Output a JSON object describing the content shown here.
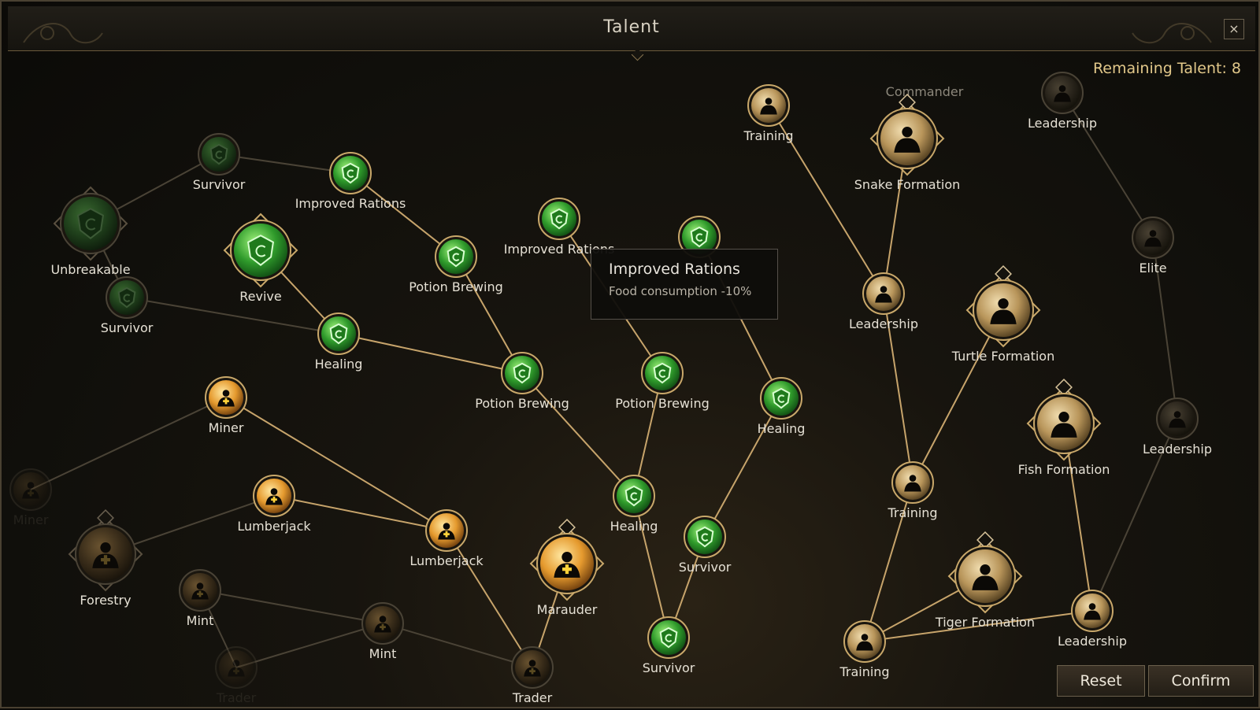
{
  "window": {
    "title": "Talent",
    "close_label": "×"
  },
  "remaining": {
    "label": "Remaining Talent:",
    "value": "8"
  },
  "tooltip": {
    "title": "Improved Rations",
    "description": "Food consumption -10%"
  },
  "buttons": {
    "reset": "Reset",
    "confirm": "Confirm"
  },
  "colors": {
    "green": "#3fbf3a",
    "gold": "#e8a640",
    "bronze": "#b8955a",
    "line_active": "#c7a46b",
    "line_inactive": "#4a4336",
    "remaining_text": "#e2c88a"
  },
  "branch_header": "Commander",
  "nodes": [
    {
      "id": "survivor-1",
      "label": "Survivor",
      "kind": "green",
      "state": "inactive"
    },
    {
      "id": "improved-rations-1",
      "label": "Improved Rations",
      "kind": "green",
      "state": "active"
    },
    {
      "id": "unbreakable",
      "label": "Unbreakable",
      "kind": "green",
      "state": "inactive",
      "big": true
    },
    {
      "id": "revive",
      "label": "Revive",
      "kind": "green",
      "state": "active",
      "big": true
    },
    {
      "id": "survivor-2",
      "label": "Survivor",
      "kind": "green",
      "state": "inactive"
    },
    {
      "id": "potion-brewing-1",
      "label": "Potion Brewing",
      "kind": "green",
      "state": "active"
    },
    {
      "id": "improved-rations-2",
      "label": "Improved Rations",
      "kind": "green",
      "state": "active"
    },
    {
      "id": "improved-rations-3",
      "label": "",
      "kind": "green",
      "state": "active"
    },
    {
      "id": "healing-1",
      "label": "Healing",
      "kind": "green",
      "state": "active"
    },
    {
      "id": "potion-brewing-2",
      "label": "Potion Brewing",
      "kind": "green",
      "state": "active"
    },
    {
      "id": "potion-brewing-3",
      "label": "Potion Brewing",
      "kind": "green",
      "state": "active"
    },
    {
      "id": "healing-2",
      "label": "Healing",
      "kind": "green",
      "state": "active"
    },
    {
      "id": "miner-1",
      "label": "Miner",
      "kind": "gold",
      "state": "active"
    },
    {
      "id": "miner-2",
      "label": "Miner",
      "kind": "gold",
      "state": "faint"
    },
    {
      "id": "lumberjack-1",
      "label": "Lumberjack",
      "kind": "gold",
      "state": "active"
    },
    {
      "id": "lumberjack-2",
      "label": "Lumberjack",
      "kind": "gold",
      "state": "active"
    },
    {
      "id": "healing-3",
      "label": "Healing",
      "kind": "green",
      "state": "active"
    },
    {
      "id": "survivor-3",
      "label": "Survivor",
      "kind": "green",
      "state": "active"
    },
    {
      "id": "forestry",
      "label": "Forestry",
      "kind": "gold",
      "state": "inactive",
      "big": true
    },
    {
      "id": "mint-1",
      "label": "Mint",
      "kind": "gold",
      "state": "inactive"
    },
    {
      "id": "marauder",
      "label": "Marauder",
      "kind": "gold",
      "state": "active",
      "big": true
    },
    {
      "id": "mint-2",
      "label": "Mint",
      "kind": "gold",
      "state": "inactive"
    },
    {
      "id": "survivor-4",
      "label": "Survivor",
      "kind": "green",
      "state": "active"
    },
    {
      "id": "trader-1",
      "label": "Trader",
      "kind": "gold",
      "state": "faint"
    },
    {
      "id": "trader-2",
      "label": "Trader",
      "kind": "gold",
      "state": "inactive"
    },
    {
      "id": "training-1",
      "label": "Training",
      "kind": "bronze",
      "state": "active"
    },
    {
      "id": "snake-formation",
      "label": "Snake Formation",
      "kind": "bronze",
      "state": "active",
      "big": true
    },
    {
      "id": "leadership-1",
      "label": "Leadership",
      "kind": "bronze",
      "state": "inactive"
    },
    {
      "id": "leadership-2",
      "label": "Leadership",
      "kind": "bronze",
      "state": "active"
    },
    {
      "id": "turtle-formation",
      "label": "Turtle Formation",
      "kind": "bronze",
      "state": "active",
      "big": true
    },
    {
      "id": "elite",
      "label": "Elite",
      "kind": "bronze",
      "state": "inactive"
    },
    {
      "id": "training-2",
      "label": "Training",
      "kind": "bronze",
      "state": "active"
    },
    {
      "id": "fish-formation",
      "label": "Fish Formation",
      "kind": "bronze",
      "state": "active",
      "big": true
    },
    {
      "id": "leadership-3",
      "label": "Leadership",
      "kind": "bronze",
      "state": "inactive"
    },
    {
      "id": "tiger-formation",
      "label": "Tiger Formation",
      "kind": "bronze",
      "state": "active",
      "big": true
    },
    {
      "id": "training-3",
      "label": "Training",
      "kind": "bronze",
      "state": "active"
    },
    {
      "id": "leadership-4",
      "label": "Leadership",
      "kind": "bronze",
      "state": "active"
    }
  ]
}
